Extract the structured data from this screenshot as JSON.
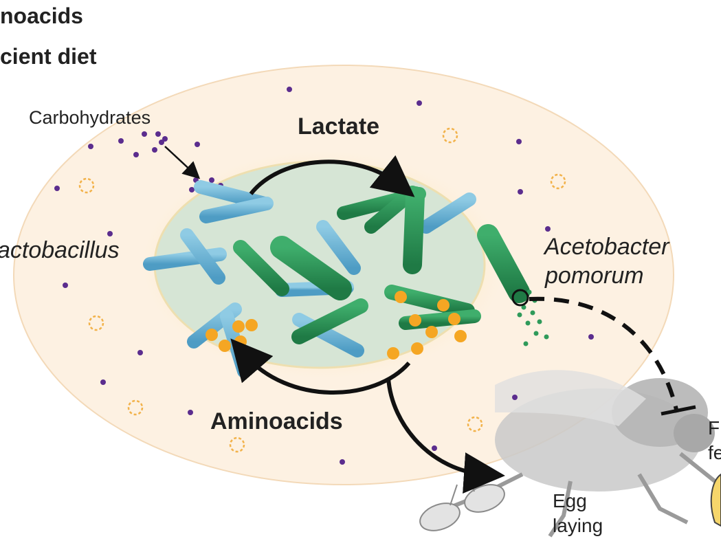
{
  "title": {
    "line1": "noacids",
    "line2": "cient diet"
  },
  "labels": {
    "carbohydrates": "Carbohydrates",
    "lactate": "Lactate",
    "aminoacids": "Aminoacids",
    "lactobacillus": "actobacillus",
    "acetobacter_line1": "Acetobacter",
    "acetobacter_line2": "pomorum",
    "egg_line1": "Egg",
    "egg_line2": "laying",
    "right_cut_line1": "F",
    "right_cut_line2": "fe"
  },
  "colors": {
    "outer_disc": "#fdf1e2",
    "inner_disc": "#d8e6d6",
    "glow": "#fde9b8",
    "lactobacillus_blue": "#6bb6d6",
    "acetobacter_green": "#2f9a5a",
    "aminoacid_orange": "#f5a623",
    "carbohydrate_purple": "#5b2d8e",
    "arrow": "#111111",
    "fly_gray": "#bfbfbf"
  }
}
